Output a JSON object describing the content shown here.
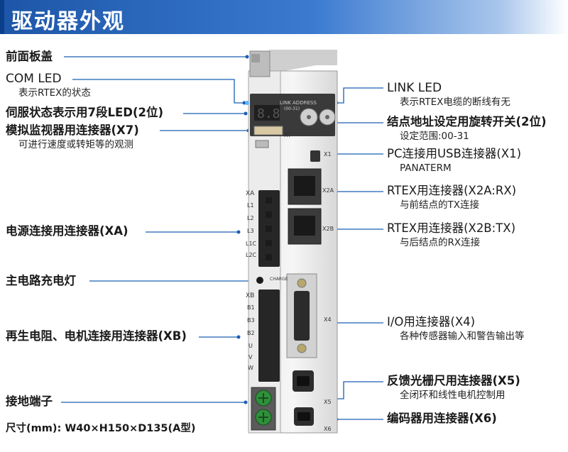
{
  "page_title": "驱动器外观",
  "callouts_left": [
    {
      "label": "前面板盖"
    },
    {
      "label": "COM LED",
      "sub": "表示RTEX的状态"
    },
    {
      "label": "伺服状态表示用7段LED(2位)"
    },
    {
      "label": "模拟监视器用连接器(X7)",
      "sub": "可进行速度或转矩等的观测"
    },
    {
      "label": "电源连接用连接器(XA)"
    },
    {
      "label": "主电路充电灯"
    },
    {
      "label": "再生电阻、电机连接用连接器(XB)"
    },
    {
      "label": "接地端子"
    }
  ],
  "callouts_right": [
    {
      "label": "LINK LED",
      "sub": "表示RTEX电缆的断线有无"
    },
    {
      "label": "结点地址设定用旋转开关(2位)",
      "sub": "设定范围:00-31"
    },
    {
      "label": "PC连接用USB连接器(X1)",
      "sub": "PANATERM"
    },
    {
      "label": "RTEX用连接器(X2A:RX)",
      "sub": "与前结点的TX连接"
    },
    {
      "label": "RTEX用连接器(X2B:TX)",
      "sub": "与后结点的RX连接"
    },
    {
      "label": "I/O用连接器(X4)",
      "sub": "各种传感器输入和警告输出等"
    },
    {
      "label": "反馈光栅尺用连接器(X5)",
      "sub": "全闭环和线性电机控制用"
    },
    {
      "label": "编码器用连接器(X6)"
    }
  ],
  "dimensions": "尺寸(mm): W40×H150×D135(A型)",
  "device_labels": {
    "link_address": "LINK ADDRESS",
    "address_range": "(00-31)",
    "x1": "X1",
    "x2a": "X2A",
    "x2b": "X2B",
    "x4": "X4",
    "x5": "X5",
    "x6": "X6",
    "x7": "X7",
    "xa": "XA",
    "xa_pins": [
      "L1",
      "L2",
      "L3",
      "L1C",
      "L2C"
    ],
    "charge": "CHARGE",
    "xb": "XB",
    "xb_pins": [
      "B1",
      "B3",
      "B2",
      "U",
      "V",
      "W"
    ]
  },
  "colors": {
    "header": "#1d56a8",
    "line": "#1a5fb4",
    "ground_green": "#2f8f3a"
  }
}
